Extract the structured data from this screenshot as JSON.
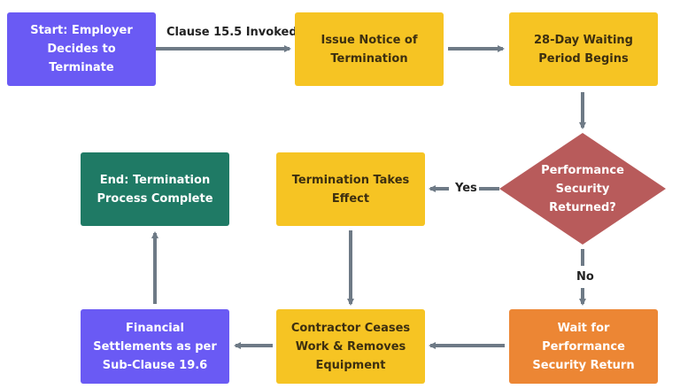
{
  "nodes": {
    "start": "Start: Employer\nDecides to Terminate",
    "issue_notice": "Issue Notice of\nTermination",
    "waiting_period": "28-Day Waiting\nPeriod Begins",
    "performance_security": "Performance\nSecurity\nReturned?",
    "termination_effect": "Termination Takes\nEffect",
    "end": "End: Termination\nProcess Complete",
    "wait_return": "Wait for Performance\nSecurity Return",
    "contractor_ceases": "Contractor Ceases\nWork & Removes\nEquipment",
    "financial_settlements": "Financial\nSettlements as per\nSub-Clause 19.6"
  },
  "edges": {
    "clause_label": "Clause 15.5 Invoked",
    "yes_label": "Yes",
    "no_label": "No"
  },
  "colors": {
    "start_end_purple": "#6a5af4",
    "process_yellow": "#f6c423",
    "decision_red": "#b85b5b",
    "wait_orange": "#ec8634",
    "end_green": "#1f7a65",
    "arrow_gray": "#6e7a86"
  }
}
